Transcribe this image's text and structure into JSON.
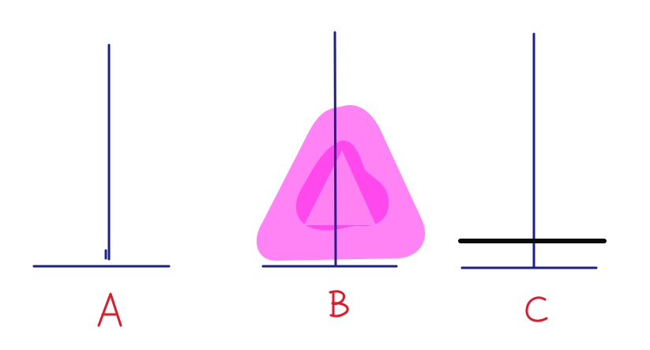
{
  "colors": {
    "background": "#ffffff",
    "peg_blue": "#1b1f8f",
    "label_red": "#e01a2a",
    "disk_black": "#0a0a0a",
    "highlight_pink": "#ff6df2",
    "highlight_pink_dark": "#ff36ea"
  },
  "pegs": [
    {
      "id": "A",
      "label": "A",
      "disks_count": 0
    },
    {
      "id": "B",
      "label": "B",
      "disks_count": 0,
      "highlighted": true,
      "highlight_shape": "triangle"
    },
    {
      "id": "C",
      "label": "C",
      "disks_count": 1
    }
  ]
}
